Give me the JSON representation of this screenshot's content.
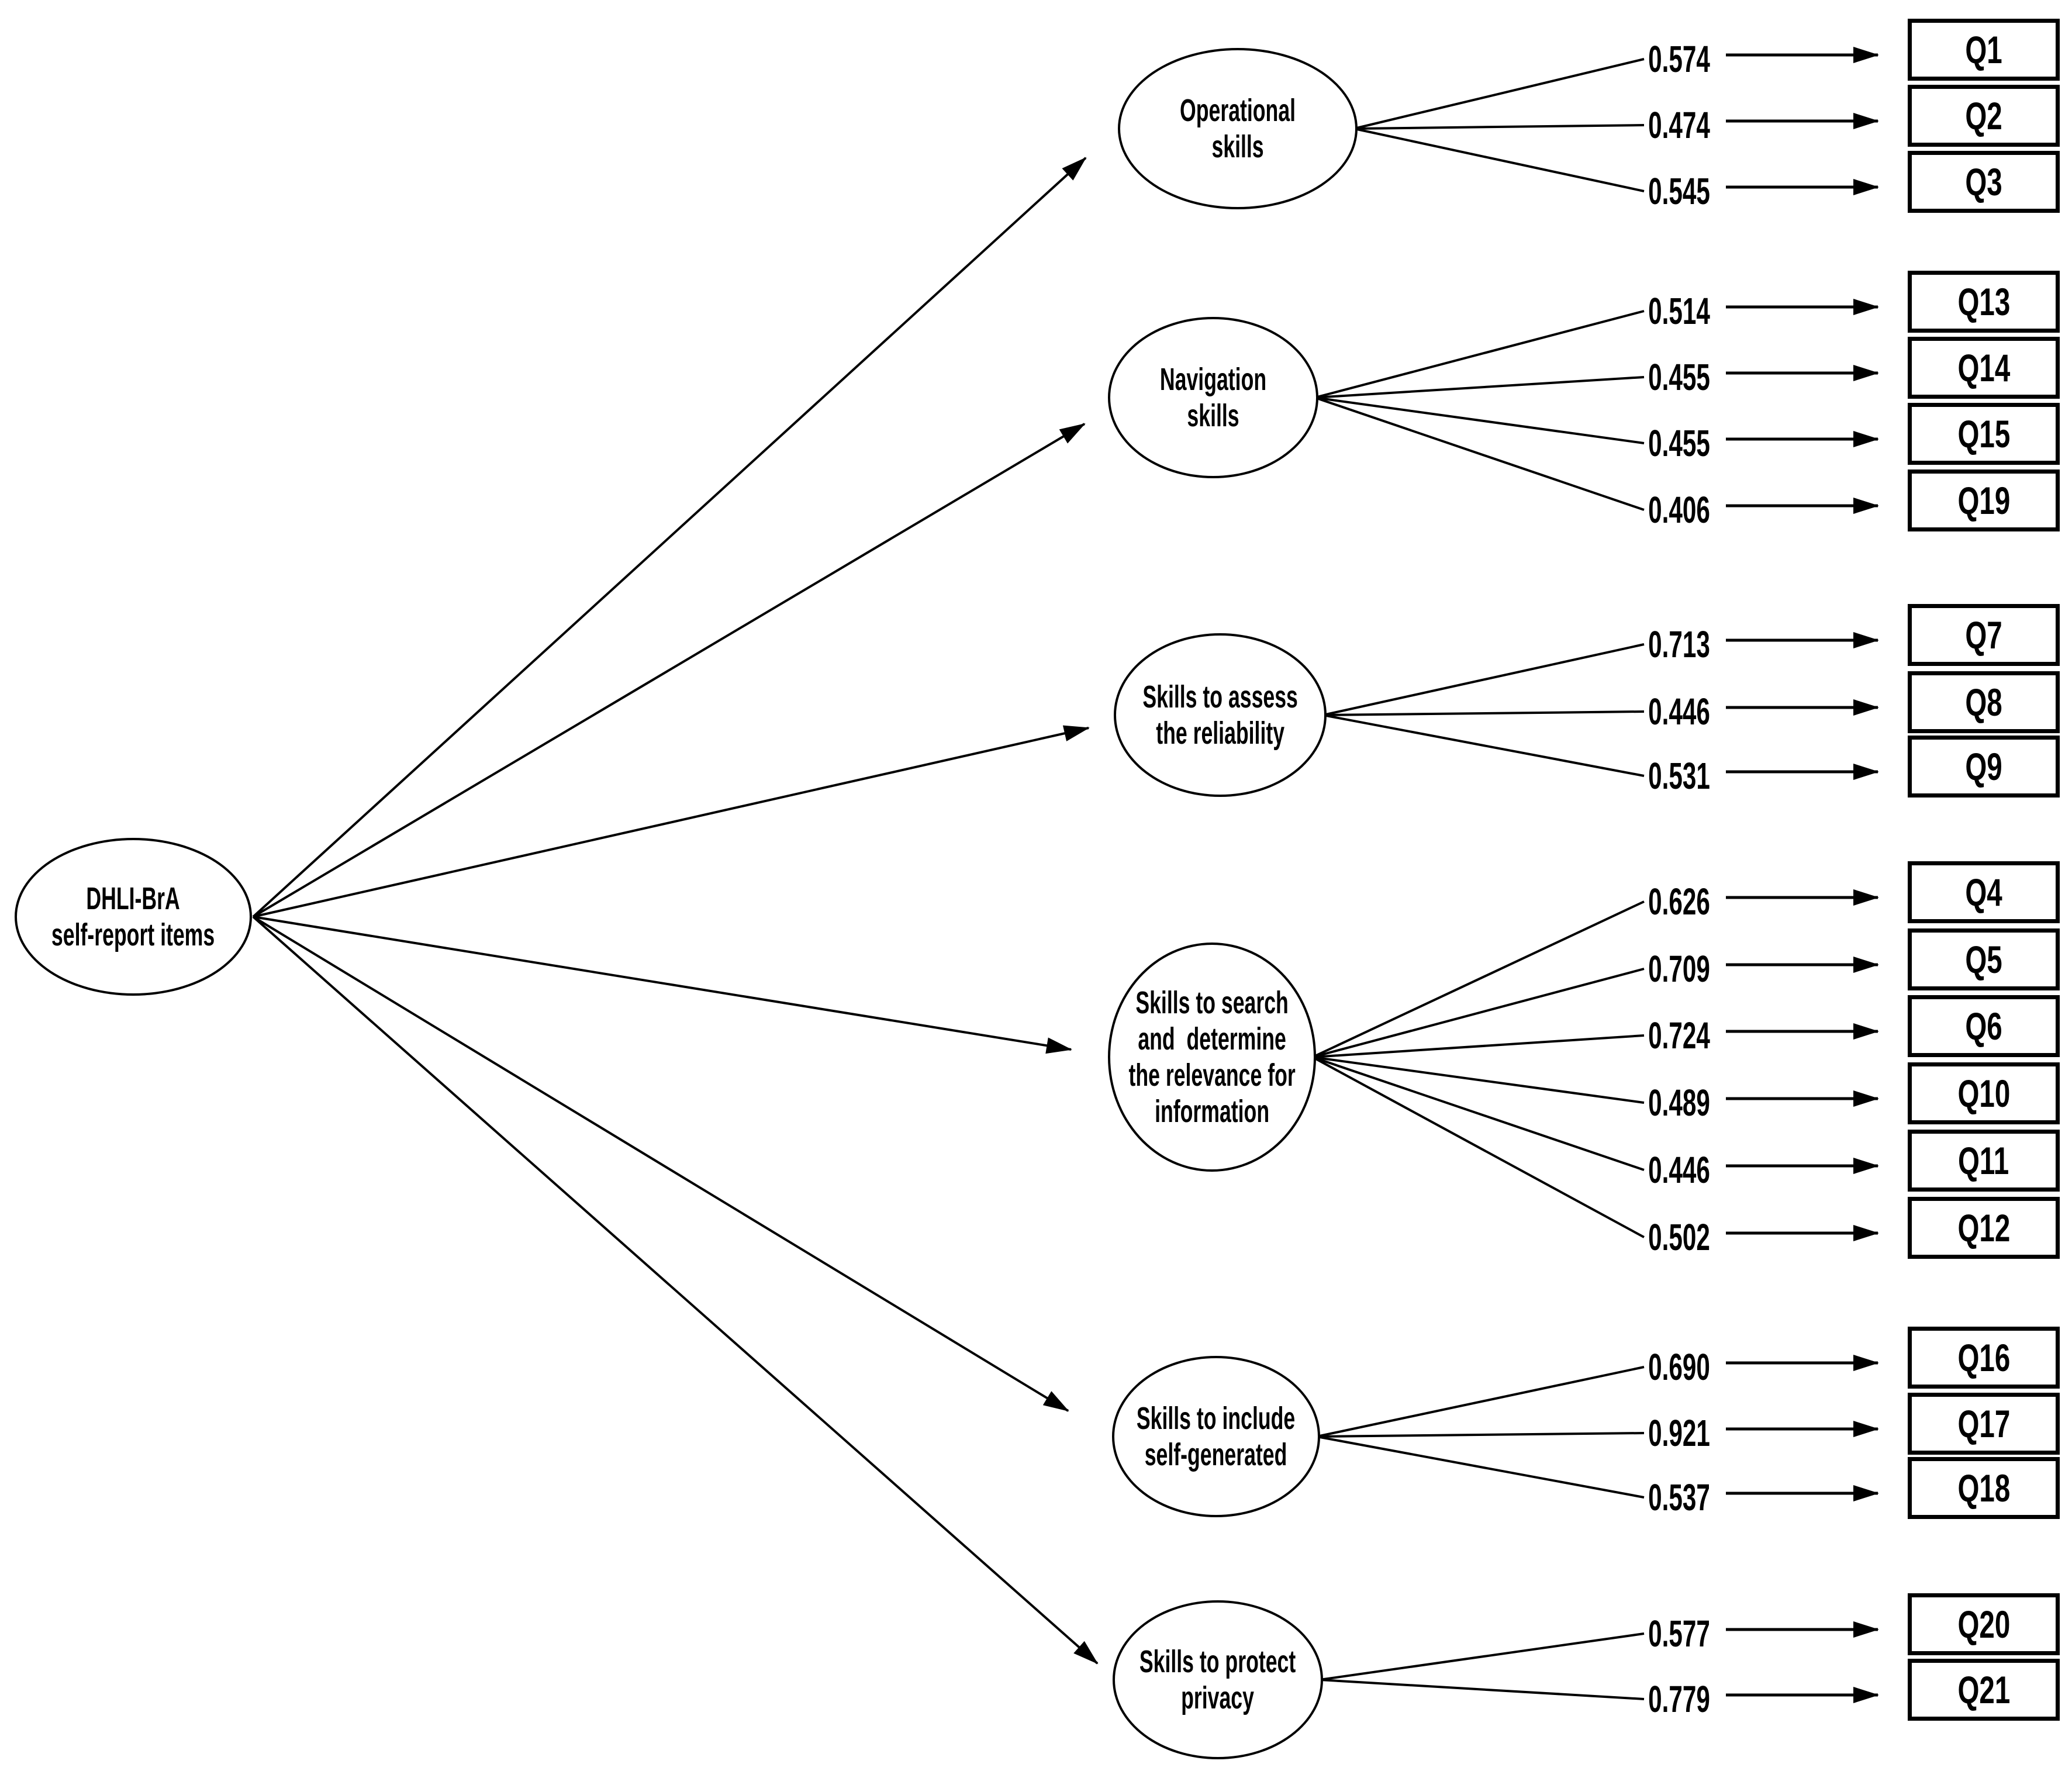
{
  "diagram": {
    "title": "DHLI-BrA confirmatory factor analysis path diagram",
    "colors": {
      "stroke": "#000000",
      "background": "#ffffff"
    },
    "source": {
      "label_lines": [
        "DHLI-BrA",
        "self-report items"
      ]
    },
    "factors": [
      {
        "name_lines": [
          "Operational",
          "skills"
        ],
        "items": [
          {
            "loading": "0.574",
            "item": "Q1"
          },
          {
            "loading": "0.474",
            "item": "Q2"
          },
          {
            "loading": "0.545",
            "item": "Q3"
          }
        ]
      },
      {
        "name_lines": [
          "Navigation",
          "skills"
        ],
        "items": [
          {
            "loading": "0.514",
            "item": "Q13"
          },
          {
            "loading": "0.455",
            "item": "Q14"
          },
          {
            "loading": "0.455",
            "item": "Q15"
          },
          {
            "loading": "0.406",
            "item": "Q19"
          }
        ]
      },
      {
        "name_lines": [
          "Skills to assess",
          "the reliability"
        ],
        "items": [
          {
            "loading": "0.713",
            "item": "Q7"
          },
          {
            "loading": "0.446",
            "item": "Q8"
          },
          {
            "loading": "0.531",
            "item": "Q9"
          }
        ]
      },
      {
        "name_lines": [
          "Skills to search",
          "and  determine",
          "the relevance for",
          "information"
        ],
        "items": [
          {
            "loading": "0.626",
            "item": "Q4"
          },
          {
            "loading": "0.709",
            "item": "Q5"
          },
          {
            "loading": "0.724",
            "item": "Q6"
          },
          {
            "loading": "0.489",
            "item": "Q10"
          },
          {
            "loading": "0.446",
            "item": "Q11"
          },
          {
            "loading": "0.502",
            "item": "Q12"
          }
        ]
      },
      {
        "name_lines": [
          "Skills to include",
          "self-generated"
        ],
        "items": [
          {
            "loading": "0.690",
            "item": "Q16"
          },
          {
            "loading": "0.921",
            "item": "Q17"
          },
          {
            "loading": "0.537",
            "item": "Q18"
          }
        ]
      },
      {
        "name_lines": [
          "Skills to protect",
          "privacy"
        ],
        "items": [
          {
            "loading": "0.577",
            "item": "Q20"
          },
          {
            "loading": "0.779",
            "item": "Q21"
          }
        ]
      }
    ]
  }
}
